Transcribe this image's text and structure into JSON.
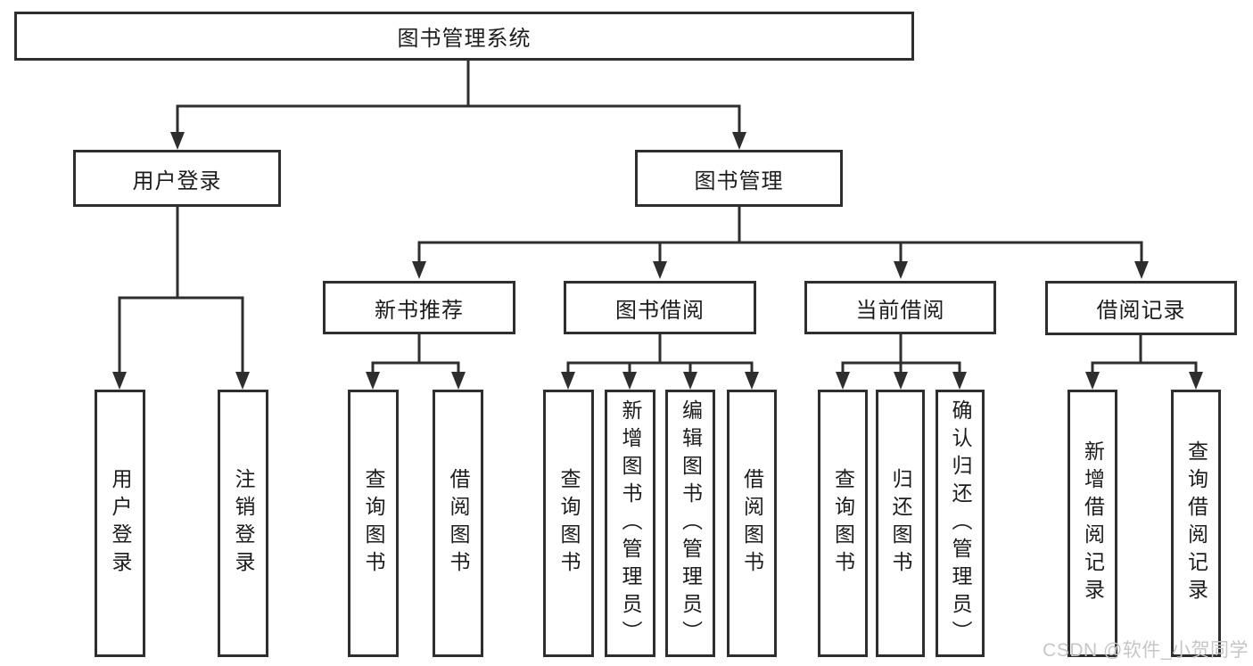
{
  "tree": {
    "label": "图书管理系统",
    "children": [
      {
        "label": "用户登录",
        "children": [
          {
            "label": "用户登录"
          },
          {
            "label": "注销登录"
          }
        ]
      },
      {
        "label": "图书管理",
        "children": [
          {
            "label": "新书推荐",
            "children": [
              {
                "label": "查询图书"
              },
              {
                "label": "借阅图书"
              }
            ]
          },
          {
            "label": "图书借阅",
            "children": [
              {
                "label": "查询图书"
              },
              {
                "label": "新增图书（管理员）"
              },
              {
                "label": "编辑图书（管理员）"
              },
              {
                "label": "借阅图书"
              }
            ]
          },
          {
            "label": "当前借阅",
            "children": [
              {
                "label": "查询图书"
              },
              {
                "label": "归还图书"
              },
              {
                "label": "确认归还（管理员）"
              }
            ]
          },
          {
            "label": "借阅记录",
            "children": [
              {
                "label": "新增借阅记录"
              },
              {
                "label": "查询借阅记录"
              }
            ]
          }
        ]
      }
    ]
  },
  "watermark": {
    "text": "CSDN @软件_小贺同学"
  },
  "colors": {
    "line": "#2e2e2e",
    "box_border": "#2e2e2e",
    "text": "#1c1c1c",
    "background": "#ffffff",
    "watermark": "#c6c6c6"
  }
}
